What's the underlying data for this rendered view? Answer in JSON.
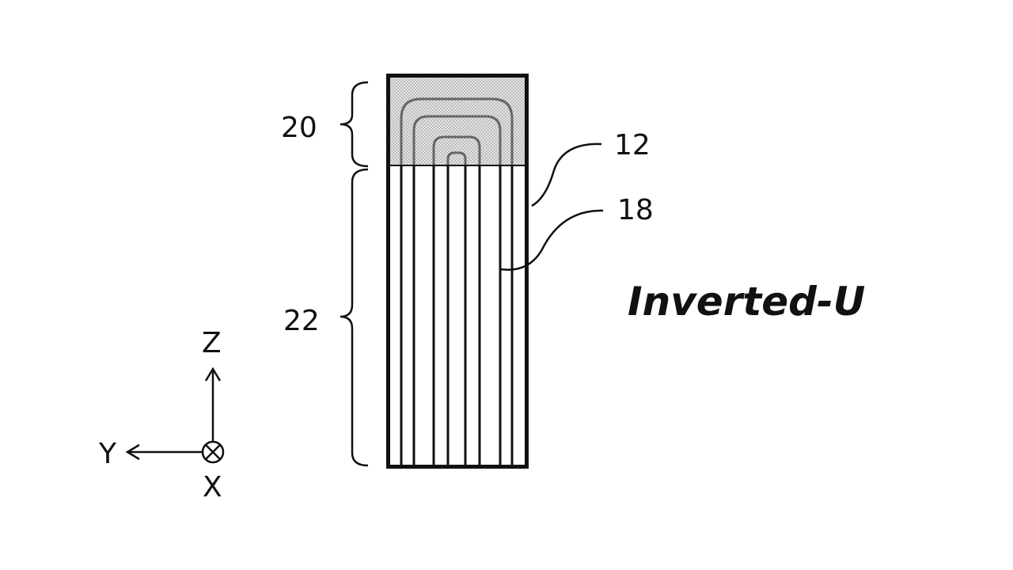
{
  "figure": {
    "title": "Inverted-U",
    "reference_numerals": {
      "top_region": "20",
      "bottom_region": "22",
      "outer_body": "12",
      "channels": "18"
    },
    "axes": {
      "z": "Z",
      "y": "Y",
      "x": "X"
    }
  }
}
